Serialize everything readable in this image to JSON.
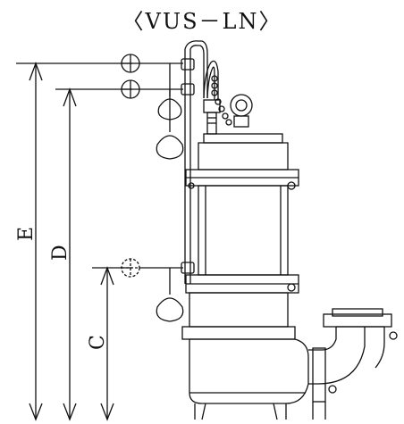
{
  "diagram": {
    "title": "〈VUS－LN〉",
    "dimension_labels": {
      "e": "E",
      "d": "D",
      "c": "C"
    },
    "colors": {
      "line": "#111111",
      "body_fill": "#ffffff",
      "background": "#ffffff"
    }
  }
}
